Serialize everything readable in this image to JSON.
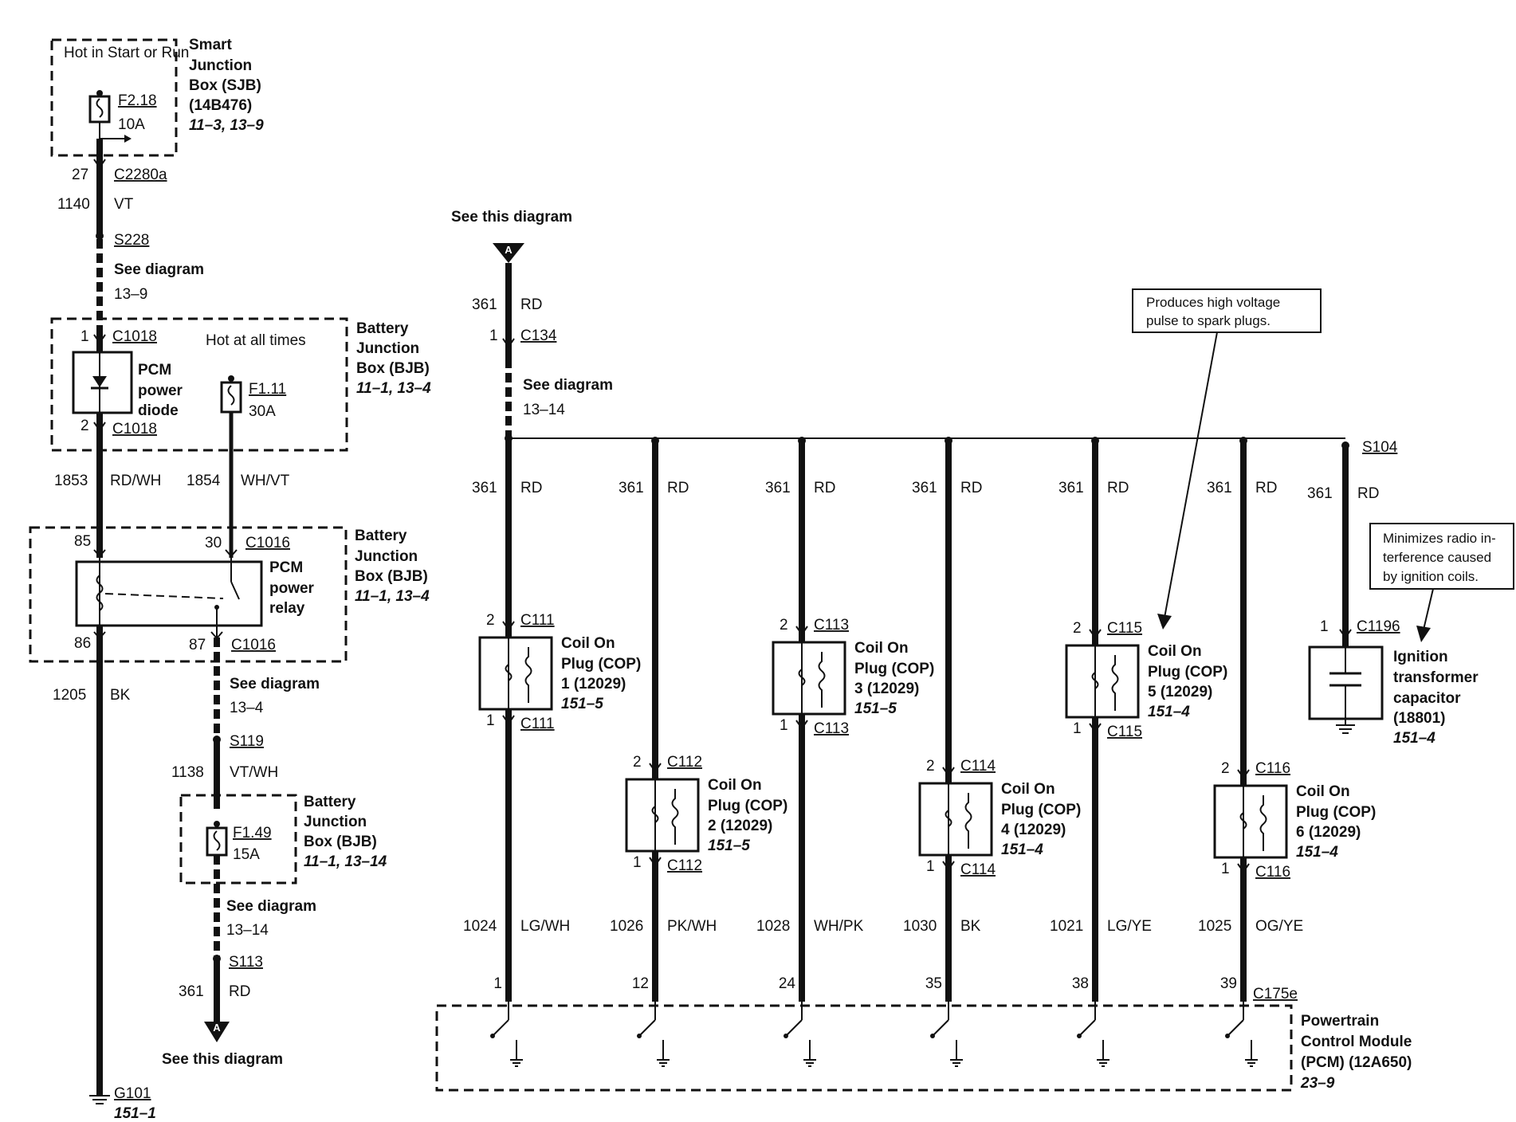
{
  "left": {
    "sjb_box_note": "Hot in Start or Run",
    "sjb_title": [
      "Smart",
      "Junction",
      "Box (SJB)",
      "(14B476)"
    ],
    "sjb_ref": "11–3, 13–9",
    "f218": "F2.18",
    "f218_amp": "10A",
    "c2280a_pin": "27",
    "c2280a": "C2280a",
    "w1140_num": "1140",
    "w1140_color": "VT",
    "s228": "S228",
    "see_diagram_1": "See diagram",
    "see_diagram_1_ref": "13–9",
    "c1018_pin_top": "1",
    "c1018_top": "C1018",
    "hot_all_times": "Hot at all times",
    "bjb1_title": [
      "Battery",
      "Junction",
      "Box (BJB)"
    ],
    "bjb1_ref": "11–1, 13–4",
    "pcm_diode": [
      "PCM",
      "power",
      "diode"
    ],
    "f111": "F1.11",
    "f111_amp": "30A",
    "c1018_pin_bottom": "2",
    "c1018_bottom": "C1018",
    "w1853_num": "1853",
    "w1853_color": "RD/WH",
    "w1854_num": "1854",
    "w1854_color": "WH/VT",
    "relay_pin_85": "85",
    "relay_pin_30": "30",
    "c1016_top": "C1016",
    "bjb2_title": [
      "Battery",
      "Junction",
      "Box (BJB)"
    ],
    "bjb2_ref": "11–1, 13–4",
    "pcm_relay": [
      "PCM",
      "power",
      "relay"
    ],
    "relay_pin_86": "86",
    "relay_pin_87": "87",
    "c1016_bottom": "C1016",
    "w1205_num": "1205",
    "w1205_color": "BK",
    "see_diagram_2": "See diagram",
    "see_diagram_2_ref": "13–4",
    "s119": "S119",
    "w1138_num": "1138",
    "w1138_color": "VT/WH",
    "bjb3_title": [
      "Battery",
      "Junction",
      "Box (BJB)"
    ],
    "bjb3_ref": "11–1, 13–14",
    "f149": "F1.49",
    "f149_amp": "15A",
    "see_diagram_3": "See diagram",
    "see_diagram_3_ref": "13–14",
    "s113": "S113",
    "w361_num": "361",
    "w361_color": "RD",
    "arrow_a_label": "A",
    "see_this_diagram": "See this diagram",
    "g101": "G101",
    "g101_ref": "151–1"
  },
  "right": {
    "see_this_diagram": "See this diagram",
    "arrow_a_label": "A",
    "top_wire_num": "361",
    "top_wire_color": "RD",
    "c134_pin": "1",
    "c134": "C134",
    "see_diagram": "See diagram",
    "see_diagram_ref": "13–14",
    "s104": "S104",
    "note_hv": "Produces high voltage pulse to spark plugs.",
    "note_hv_lines": [
      "Produces high voltage",
      "pulse to spark plugs."
    ],
    "note_radio_lines": [
      "Minimizes radio in-",
      "terference caused",
      "by ignition coils."
    ],
    "branch_wire_num": "361",
    "branch_wire_color": "RD",
    "coils": [
      {
        "top_pin": "2",
        "top_conn": "C111",
        "bottom_pin": "1",
        "bottom_conn": "C111",
        "name": [
          "Coil On",
          "Plug (COP)",
          "1 (12029)"
        ],
        "ref": "151–5",
        "wire_num": "1024",
        "wire_color": "LG/WH",
        "pcm_pin": "1"
      },
      {
        "top_pin": "2",
        "top_conn": "C112",
        "bottom_pin": "1",
        "bottom_conn": "C112",
        "name": [
          "Coil On",
          "Plug (COP)",
          "2 (12029)"
        ],
        "ref": "151–5",
        "wire_num": "1026",
        "wire_color": "PK/WH",
        "pcm_pin": "12"
      },
      {
        "top_pin": "2",
        "top_conn": "C113",
        "bottom_pin": "1",
        "bottom_conn": "C113",
        "name": [
          "Coil On",
          "Plug (COP)",
          "3 (12029)"
        ],
        "ref": "151–5",
        "wire_num": "1028",
        "wire_color": "WH/PK",
        "pcm_pin": "24"
      },
      {
        "top_pin": "2",
        "top_conn": "C114",
        "bottom_pin": "1",
        "bottom_conn": "C114",
        "name": [
          "Coil On",
          "Plug (COP)",
          "4 (12029)"
        ],
        "ref": "151–4",
        "wire_num": "1030",
        "wire_color": "BK",
        "pcm_pin": "35"
      },
      {
        "top_pin": "2",
        "top_conn": "C115",
        "bottom_pin": "1",
        "bottom_conn": "C115",
        "name": [
          "Coil On",
          "Plug (COP)",
          "5 (12029)"
        ],
        "ref": "151–4",
        "wire_num": "1021",
        "wire_color": "LG/YE",
        "pcm_pin": "38"
      },
      {
        "top_pin": "2",
        "top_conn": "C116",
        "bottom_pin": "1",
        "bottom_conn": "C116",
        "name": [
          "Coil On",
          "Plug (COP)",
          "6 (12029)"
        ],
        "ref": "151–4",
        "wire_num": "1025",
        "wire_color": "OG/YE",
        "pcm_pin": "39"
      }
    ],
    "cap_pin": "1",
    "cap_conn": "C1196",
    "cap_name": [
      "Ignition",
      "transformer",
      "capacitor",
      "(18801)"
    ],
    "cap_ref": "151–4",
    "c175e": "C175e",
    "pcm_title": [
      "Powertrain",
      "Control Module",
      "(PCM) (12A650)"
    ],
    "pcm_ref": "23–9"
  }
}
